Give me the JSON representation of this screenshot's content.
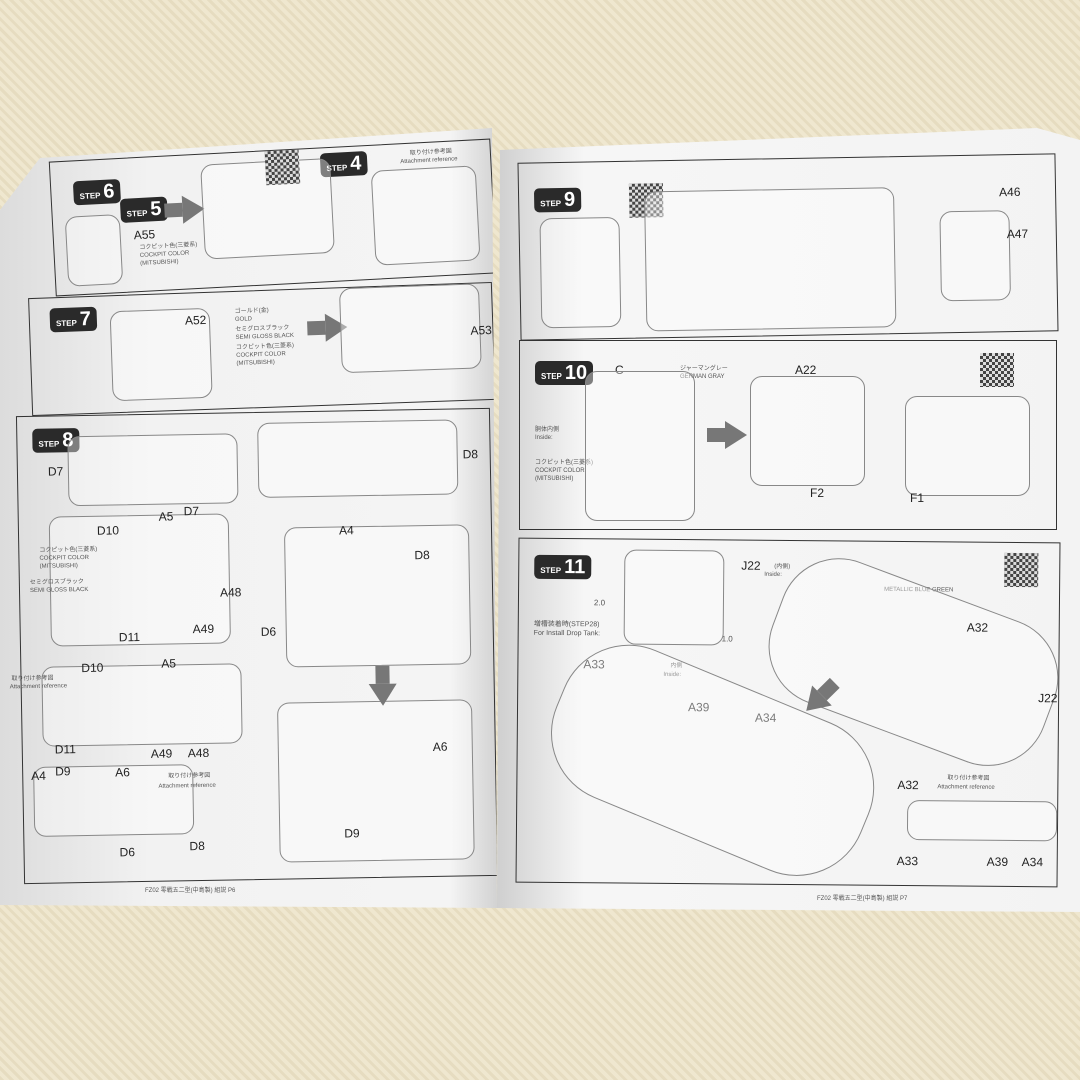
{
  "left_page": {
    "steps": [
      "6",
      "5",
      "4",
      "7",
      "8"
    ],
    "step_word": "STEP",
    "labels": [
      "A55",
      "A52",
      "A53",
      "D7",
      "D8",
      "D10",
      "A5",
      "D7",
      "A4",
      "D8",
      "A48",
      "A49",
      "D11",
      "D6",
      "D10",
      "A5",
      "D11",
      "A49",
      "A48",
      "A6",
      "A4",
      "D9",
      "A6",
      "D6",
      "D8",
      "D9"
    ],
    "attachment_ref": [
      "取り付け参考図",
      "Attachment reference"
    ],
    "attachment_ref_partial": "Attachment reference",
    "attachment_ref_jp_partial": "取り付け参考図",
    "paint": [
      "コクピット色(三菱系)",
      "COCKPIT COLOR (MITSUBISHI)",
      "ゴールド(金)",
      "GOLD",
      "セミグロスブラック",
      "SEMI GLOSS BLACK"
    ],
    "footer": "FZ02 零戦五二型(中島製) 組説 P6"
  },
  "right_page": {
    "steps": [
      "9",
      "10",
      "11"
    ],
    "labels": [
      "A46",
      "A47",
      "C",
      "A22",
      "F2",
      "F1",
      "J22",
      "A32",
      "A33",
      "A39",
      "A34",
      "J22",
      "A32",
      "A33",
      "A39",
      "A34"
    ],
    "paint": [
      "ジャーマングレー",
      "GERMAN GRAY",
      "胴体内側",
      "Inside:",
      "コクピット色(三菱系)",
      "COCKPIT COLOR (MITSUBISHI)",
      "METALLIC BLUE GREEN"
    ],
    "j22_note": "(内側)",
    "inside": "Inside:",
    "inside_jp": "内側",
    "drop_tank": [
      "増槽装着時(STEP28)",
      "For Install Drop Tank:"
    ],
    "drill": [
      "2.0",
      "1.0"
    ],
    "attachment_ref": [
      "取り付け参考図",
      "Attachment reference"
    ],
    "footer": "FZ02 零戦五二型(中島製) 組説 P7"
  },
  "colors": {
    "background": "#ece3c8",
    "paper": "#f2f2f2",
    "badge": "#2a2a2a"
  }
}
